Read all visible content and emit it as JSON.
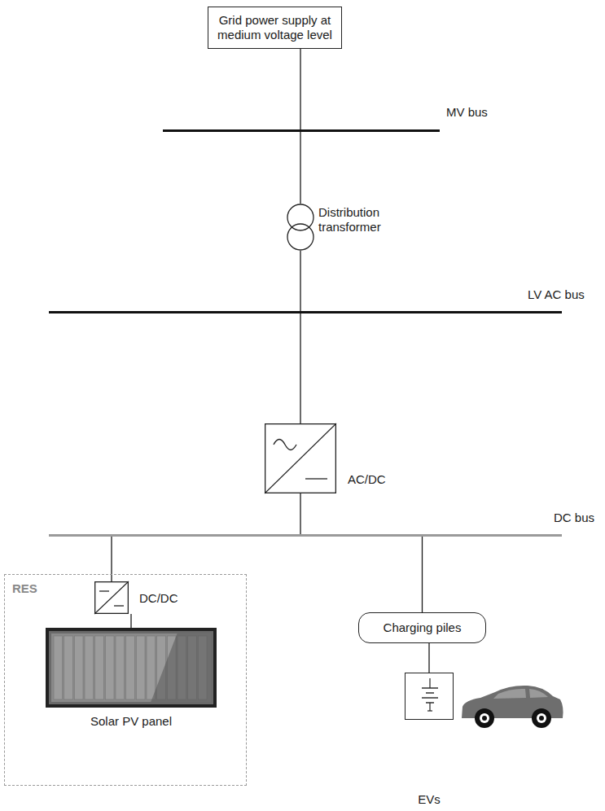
{
  "diagram": {
    "nodes": [
      {
        "text": [
          "Grid power supply at medium voltage level"
        ]
      },
      {
        "text": [
          "MV bus"
        ]
      },
      {
        "text": [
          "Distribution transformer"
        ]
      },
      {
        "text": [
          "LV AC bus"
        ]
      },
      {
        "text": [
          "AC/DC"
        ]
      },
      {
        "text": [
          "DC bus"
        ]
      },
      {
        "text": [
          "RES"
        ]
      },
      {
        "text": [
          "DC/DC"
        ],
        "in": 6
      },
      {
        "text": [
          "Charging piles"
        ]
      },
      {
        "text": [
          "Solar PV panel"
        ],
        "in": 6
      },
      {
        "text": [
          "EVs"
        ]
      }
    ],
    "edges": [
      {
        "from": 0,
        "to": 1,
        "arrow": "none"
      },
      {
        "from": 1,
        "to": 2,
        "arrow": "none"
      },
      {
        "from": 2,
        "to": 3,
        "arrow": "none"
      },
      {
        "from": 3,
        "to": 4,
        "arrow": "none"
      },
      {
        "from": 4,
        "to": 5,
        "arrow": "none"
      },
      {
        "from": 5,
        "to": 7,
        "arrow": "none"
      },
      {
        "from": 7,
        "to": 9,
        "arrow": "none"
      },
      {
        "from": 5,
        "to": 8,
        "arrow": "none"
      },
      {
        "from": 8,
        "to": 10,
        "arrow": "none"
      }
    ]
  }
}
